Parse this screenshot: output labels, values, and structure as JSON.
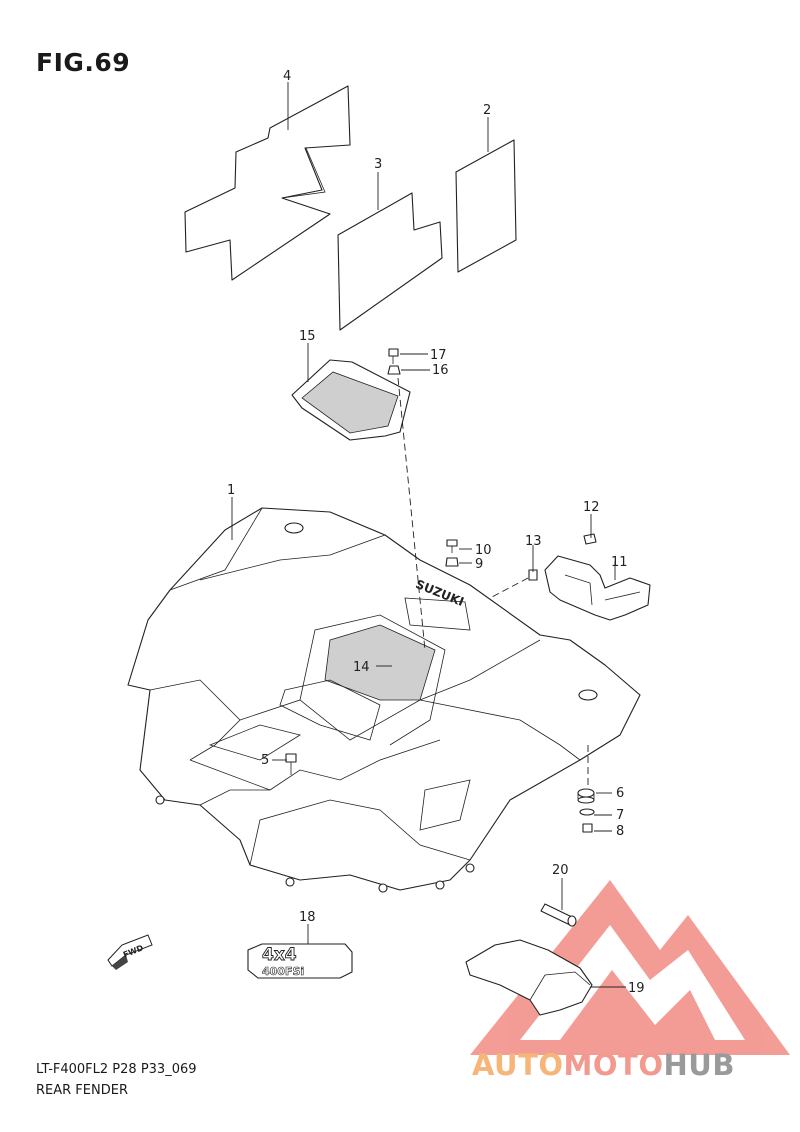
{
  "figure": {
    "title": "FIG.69"
  },
  "footer": {
    "model_code": "LT-F400FL2 P28 P33_069",
    "section_name": "REAR FENDER"
  },
  "callouts": [
    "1",
    "2",
    "3",
    "4",
    "5",
    "6",
    "7",
    "8",
    "9",
    "10",
    "11",
    "12",
    "13",
    "14",
    "15",
    "16",
    "17",
    "18",
    "19",
    "20"
  ],
  "emblem": {
    "line1": "4x4",
    "line2": "400FSi"
  },
  "fender_label": "SUZUKI",
  "direction_arrow": {
    "label": "FWD",
    "icon": "fwd-arrow-icon"
  },
  "watermark": {
    "part1": "AUTO",
    "part2": "MOTO",
    "part3": "HUB",
    "colors": {
      "auto": "#f6b67a",
      "moto": "#f29a90",
      "hub": "#9a9a9a",
      "triangle": "#f28b84"
    }
  }
}
